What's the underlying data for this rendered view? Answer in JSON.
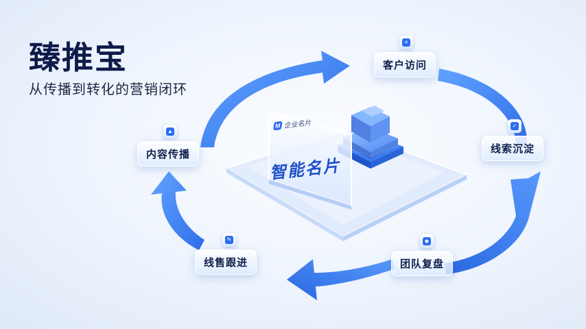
{
  "header": {
    "title": "臻推宝",
    "subtitle": "从传播到转化的营销闭环"
  },
  "center_card": {
    "brand_label": "企业名片",
    "main_label": "智能名片"
  },
  "stages": [
    {
      "id": "customer-visit",
      "label": "客户访问",
      "icon": "document-icon"
    },
    {
      "id": "lead-capture",
      "label": "线索沉淀",
      "icon": "shield-check-icon"
    },
    {
      "id": "team-review",
      "label": "团队复盘",
      "icon": "layers-icon"
    },
    {
      "id": "sales-followup",
      "label": "线售跟进",
      "icon": "edit-check-icon"
    },
    {
      "id": "content-spread",
      "label": "内容传播",
      "icon": "location-pin-icon"
    }
  ],
  "colors": {
    "accent": "#2b6df2",
    "arrow": "#3b83f0",
    "title": "#0f1a4a"
  }
}
